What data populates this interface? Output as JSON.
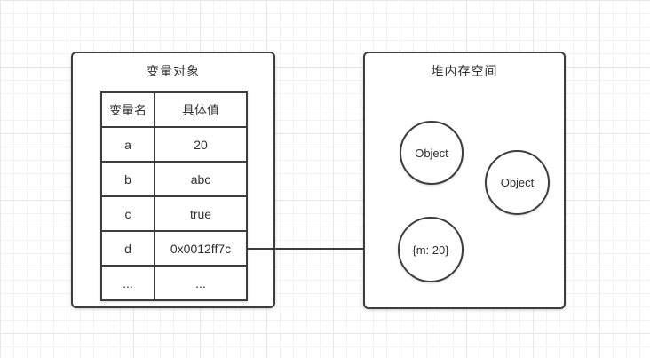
{
  "diagram": {
    "left_panel": {
      "title": "变量对象",
      "table": {
        "headers": [
          "变量名",
          "具体值"
        ],
        "rows": [
          [
            "a",
            "20"
          ],
          [
            "b",
            "abc"
          ],
          [
            "c",
            "true"
          ],
          [
            "d",
            "0x0012ff7c"
          ],
          [
            "...",
            "..."
          ]
        ]
      }
    },
    "right_panel": {
      "title": "堆内存空间",
      "objects": [
        "Object",
        "Object",
        "{m: 20}"
      ]
    },
    "connector": {
      "from": "d",
      "to": "{m: 20}"
    },
    "colors": {
      "stroke": "#3d3d3d",
      "text": "#2f2f2f",
      "background": "#ffffff",
      "grid_minor": "#f2f2f2",
      "grid_major": "#e7e7e7"
    }
  }
}
